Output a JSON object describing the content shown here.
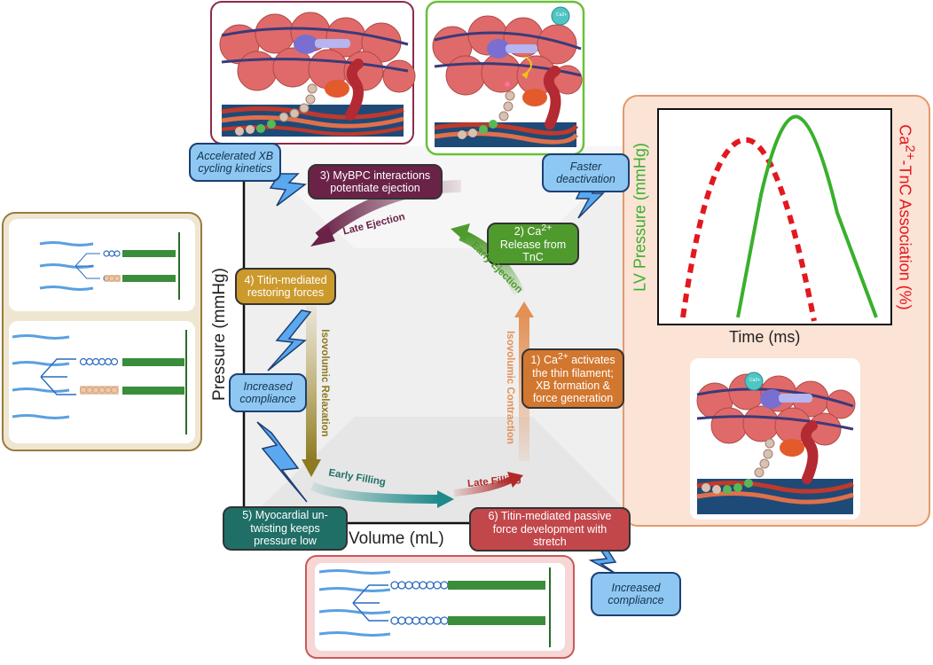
{
  "loop_axes": {
    "x_label": "Volume (mL)",
    "y_label": "Pressure (mmHg)"
  },
  "steps": {
    "s1": {
      "html": "1) Ca<sup>2+</sup> activates the thin filament; XB formation &amp; force generation",
      "color": "#d2772f"
    },
    "s2": {
      "html": "2) Ca<sup>2+</sup> Release from TnC",
      "color": "#4f9a2d"
    },
    "s3": {
      "html": "3) MyBPC interactions potentiate ejection",
      "color": "#6a2347"
    },
    "s4": {
      "html": "4) Titin-mediated restoring forces",
      "color": "#cc9a2c"
    },
    "s5": {
      "html": "5) Myocardial un-twisting keeps pressure low",
      "color": "#1f6f67"
    },
    "s6": {
      "html": "6) Titin-mediated passive force development with stretch",
      "color": "#c2474b"
    }
  },
  "notes": {
    "accelerated": "Accelerated XB cycling kinetics",
    "faster": "Faster deactivation",
    "compliance_left": "Increased compliance",
    "compliance_bottom": "Increased compliance"
  },
  "phases": {
    "late_ejection": "Late Ejection",
    "early_ejection": "Early Ejection",
    "isovolumic_relaxation": "Isovolumic Relaxation",
    "isovolumic_contraction": "Isovolumic Contraction",
    "early_filling": "Early Filling",
    "late_filling": "Late Filling"
  },
  "inset_chart": {
    "x_label": "Time (ms)",
    "y_label_left": "LV Pressure (mmHg)",
    "y_label_right_html": "Ca<sup>2+</sup>-TnC Association (%)",
    "pressure_color": "#3ab02c",
    "ca_color": "#e3181e"
  },
  "ca_badge": "Ca2+",
  "colors": {
    "actin": "#e06a6a",
    "myosin_head": "#7a6fd0",
    "tnc": "#b42a32",
    "titin": "#2c6bbf",
    "thick_filament": "#3a8d3a",
    "panel_bg": "#fbe3d6"
  }
}
